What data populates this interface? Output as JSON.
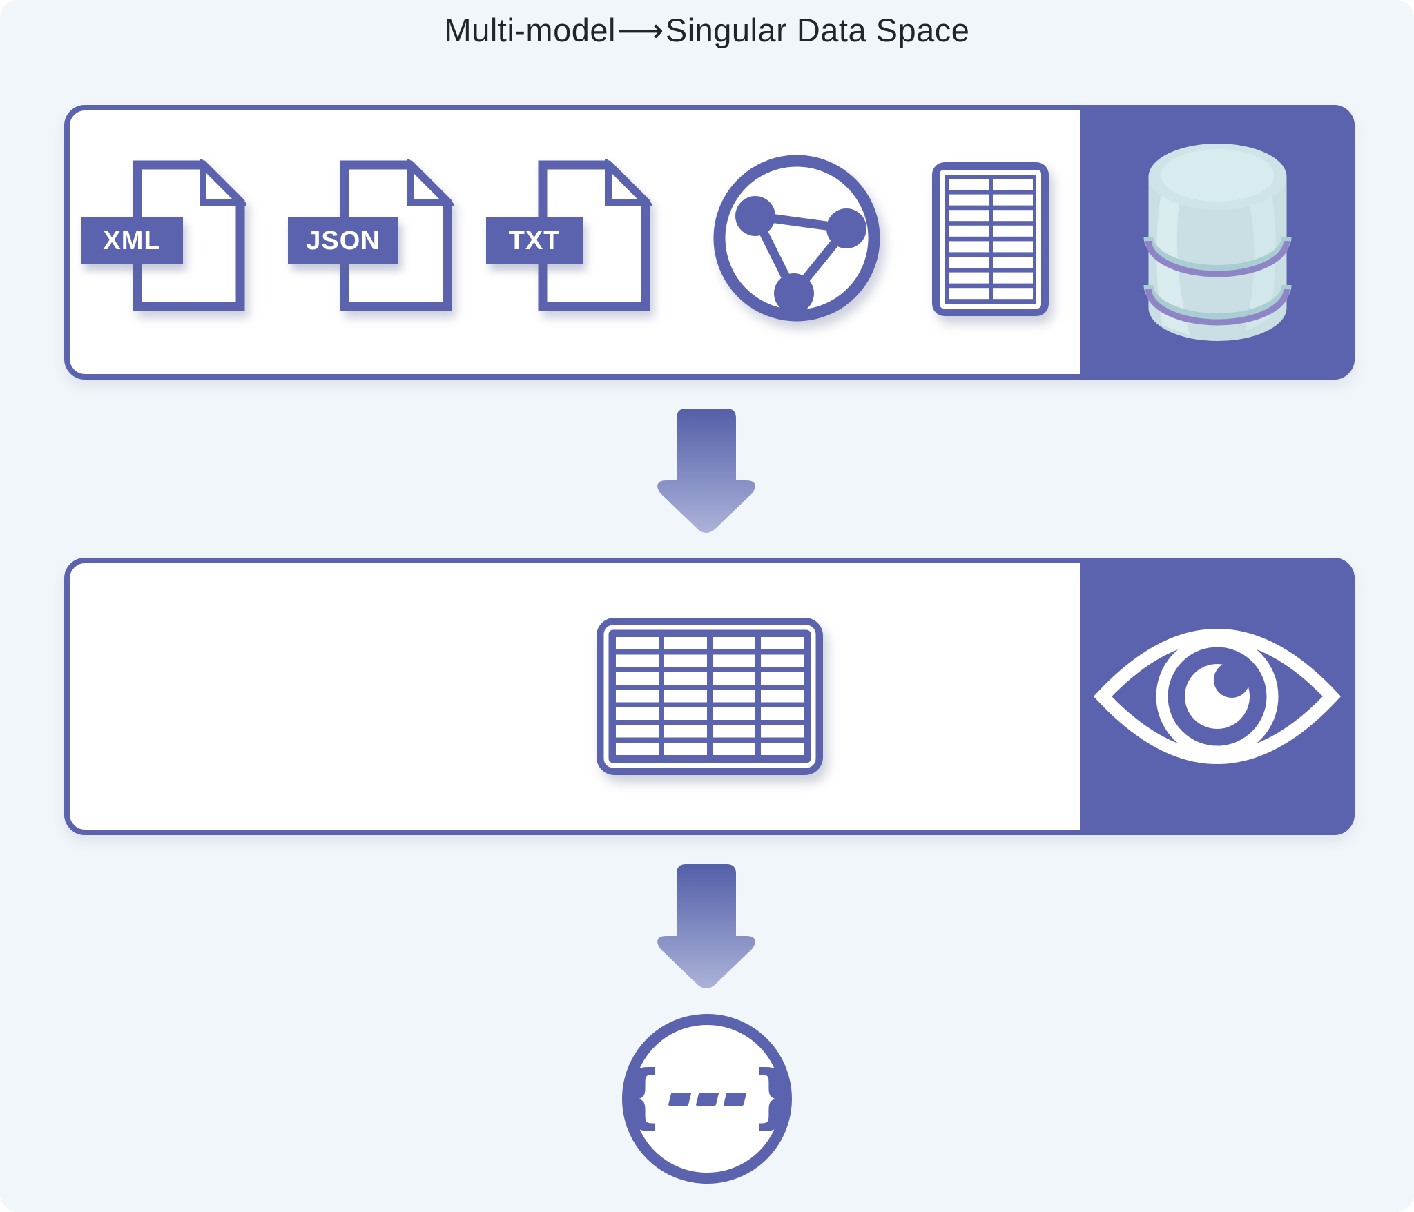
{
  "title": {
    "left": "Multi-model",
    "arrow": "⟶",
    "right": "Singular Data Space"
  },
  "top_row": {
    "file_icons": [
      {
        "label": "XML"
      },
      {
        "label": "JSON"
      },
      {
        "label": "TXT"
      }
    ],
    "other_icons": [
      "graph-network-icon",
      "spreadsheet-icon",
      "database-icon"
    ]
  },
  "middle_row": {
    "icons": [
      "table-icon",
      "eye-icon"
    ]
  },
  "bottom": {
    "icon": "json-braces-icon",
    "brace_open": "{",
    "brace_close": "}"
  },
  "colors": {
    "accent_purple": "#5b63ae",
    "background": "#f1f6fa",
    "title_text": "#20252b",
    "arrow_gradient_top": "#5560a9",
    "arrow_gradient_bottom": "#aab1d8",
    "cylinder_body": "#c9dfe4",
    "cylinder_top": "#d2e7eb",
    "cylinder_highlight": "#dfeef0",
    "cylinder_band": "#8d85c5"
  }
}
